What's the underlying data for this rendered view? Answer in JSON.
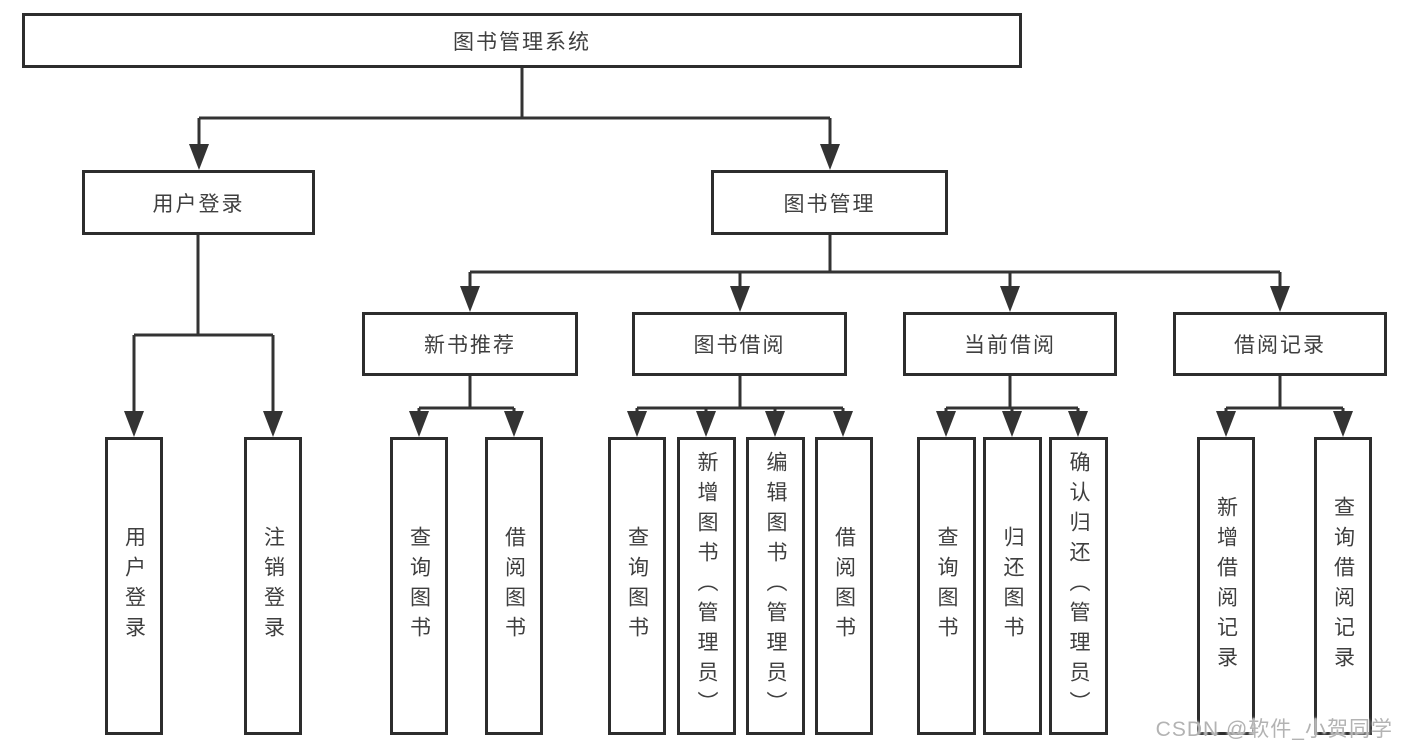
{
  "tree": {
    "root": {
      "label": "图书管理系统",
      "children": [
        {
          "label": "用户登录",
          "children": [
            {
              "label": "用户登录"
            },
            {
              "label": "注销登录"
            }
          ]
        },
        {
          "label": "图书管理",
          "children": [
            {
              "label": "新书推荐",
              "children": [
                {
                  "label": "查询图书"
                },
                {
                  "label": "借阅图书"
                }
              ]
            },
            {
              "label": "图书借阅",
              "children": [
                {
                  "label": "查询图书"
                },
                {
                  "label": "新增图书（管理员）"
                },
                {
                  "label": "编辑图书（管理员）"
                },
                {
                  "label": "借阅图书"
                }
              ]
            },
            {
              "label": "当前借阅",
              "children": [
                {
                  "label": "查询图书"
                },
                {
                  "label": "归还图书"
                },
                {
                  "label": "确认归还（管理员）"
                }
              ]
            },
            {
              "label": "借阅记录",
              "children": [
                {
                  "label": "新增借阅记录"
                },
                {
                  "label": "查询借阅记录"
                }
              ]
            }
          ]
        }
      ]
    }
  },
  "colors": {
    "line": "#333333",
    "box_border": "#2d2d2d",
    "text": "#3f3f3f",
    "watermark": "#b3b3b3"
  },
  "watermark": {
    "text": "CSDN @软件_小贺同学"
  }
}
